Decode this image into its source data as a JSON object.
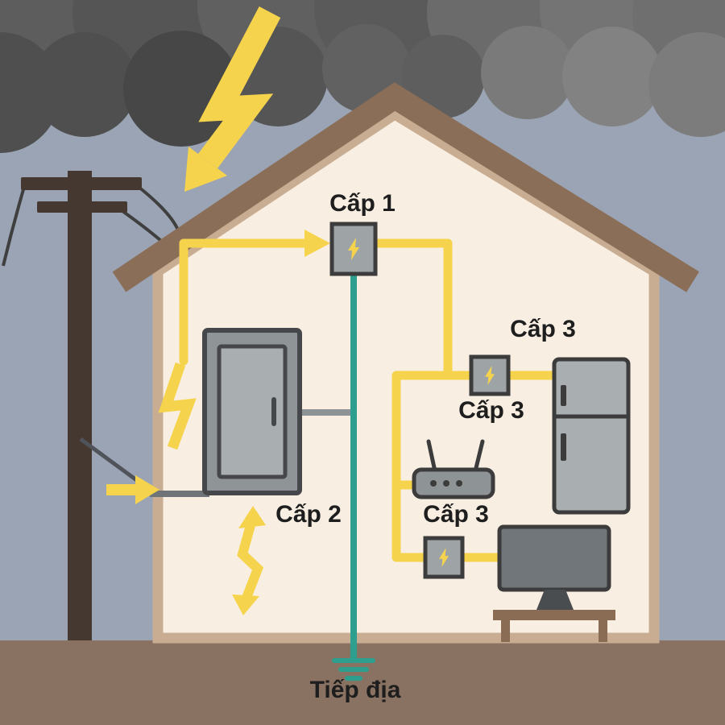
{
  "diagram": {
    "labels": {
      "cap1": "Cấp 1",
      "cap2": "Cấp 2",
      "cap3_top": "Cấp 3",
      "cap3_mid": "Cấp 3",
      "cap3_bottom": "Cấp 3",
      "ground": "Tiếp địa"
    },
    "colors": {
      "surge_yellow": "#F6D34C",
      "ground_teal": "#2E9E8E",
      "sky": "#9AA4B4",
      "cloud_dark": "#555555",
      "roof_brown": "#8B6E57",
      "wall_tan": "#C9AD92",
      "interior_cream": "#F8EFE2",
      "soil_brown": "#8A7263",
      "device_gray": "#9EA3A6",
      "outline_dark": "#3C3C3C",
      "text": "#1E1E1E"
    },
    "icons": {
      "spd_icon": "lightning-bolt-icon"
    }
  }
}
